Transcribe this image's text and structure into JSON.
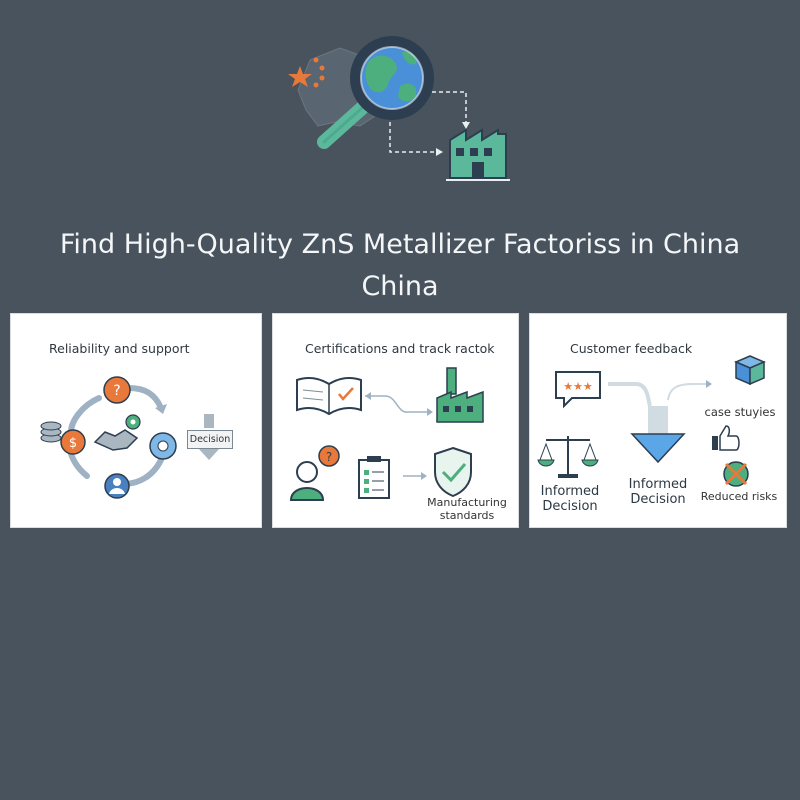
{
  "heading": {
    "line1": "Find High-Quality ZnS Metallizer Factoriss in China",
    "line2": "China"
  },
  "panels": [
    {
      "title": "Reliability and support",
      "decision_label": "Decision"
    },
    {
      "title": "Certifications and track ractok",
      "manufacturing_line1": "Manufacturing",
      "manufacturing_line2": "standards"
    },
    {
      "title": "Customer feedback",
      "case_studies": "case stuyies",
      "informed_left_line1": "Informed",
      "informed_left_line2": "Decision",
      "informed_center_line1": "Informed",
      "informed_center_line2": "Decision",
      "reduced_risks": "Reduced risks"
    }
  ],
  "colors": {
    "background": "#48535d",
    "teal": "#3f9e8a",
    "blue": "#4a90d9",
    "orange": "#e8793a",
    "navy": "#2c3e50"
  }
}
